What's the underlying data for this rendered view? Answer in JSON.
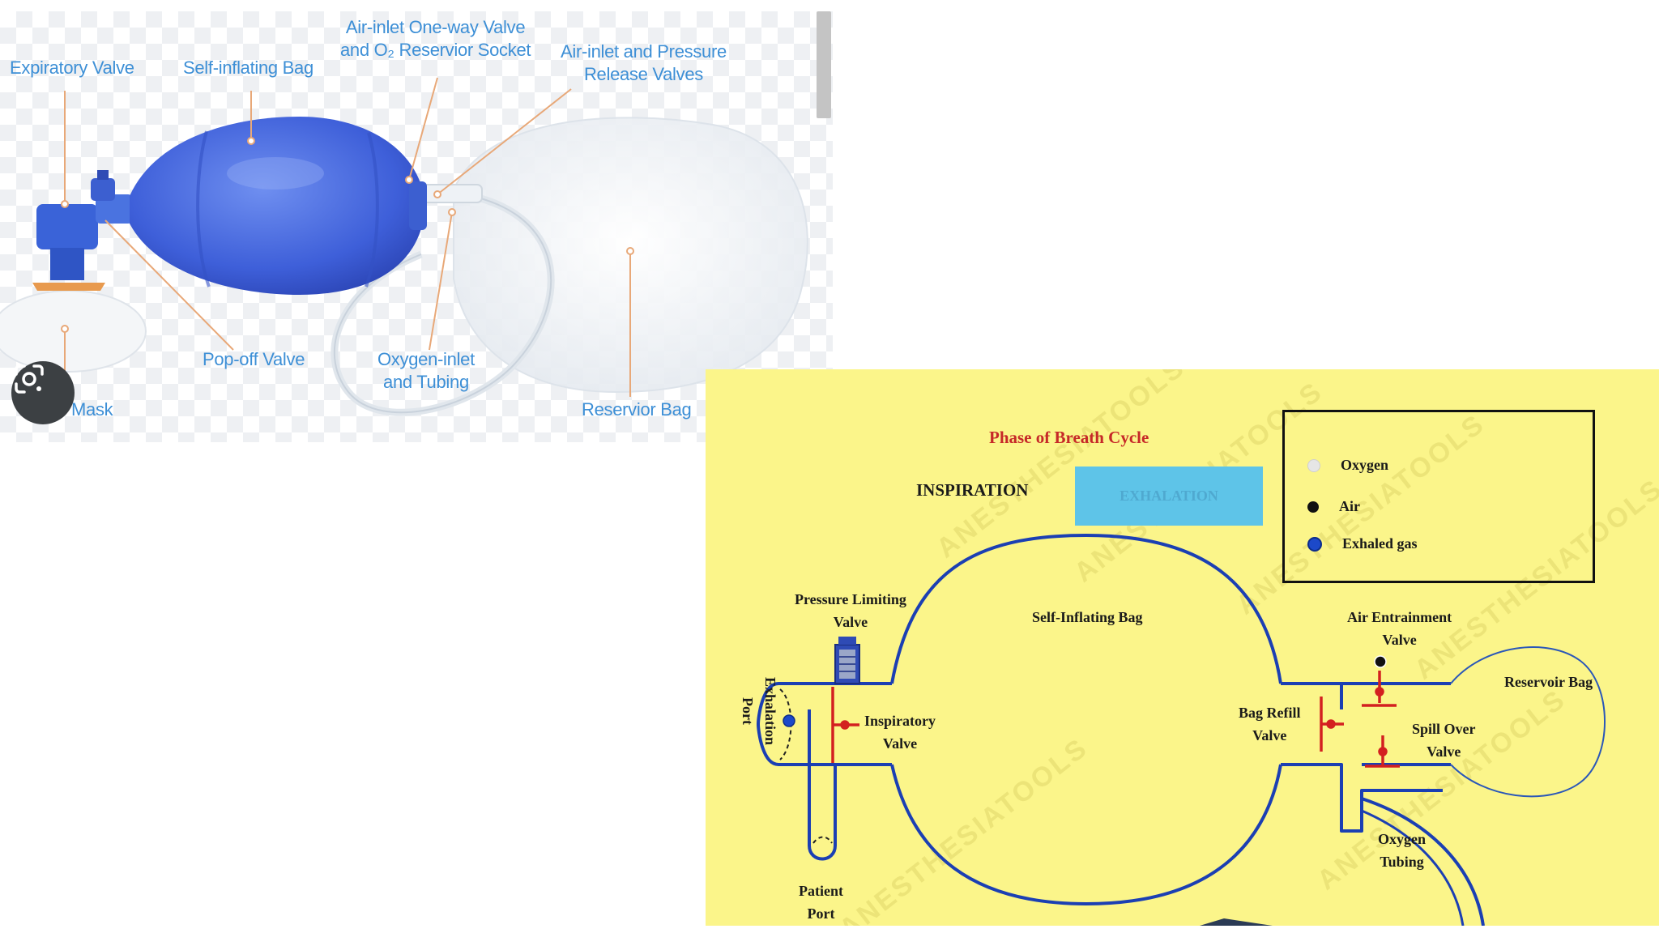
{
  "photo": {
    "labels": {
      "expiratory_valve": "Expiratory Valve",
      "self_inflating_bag": "Self-inflating Bag",
      "air_inlet_one_way_line1": "Air-inlet One-way Valve",
      "air_inlet_one_way_line2": "and O₂ Reservior Socket",
      "air_inlet_pressure_line1": "Air-inlet and Pressure",
      "air_inlet_pressure_line2": "Release Valves",
      "pop_off_valve": "Pop-off Valve",
      "oxygen_inlet_line1": "Oxygen-inlet",
      "oxygen_inlet_line2": "and Tubing",
      "reservior_bag": "Reservior Bag",
      "mask": "Mask"
    },
    "colors": {
      "label": "#3d8fd6",
      "bag": "#3f5fd8",
      "leader": "#e8a878"
    },
    "lens_icon": "google-lens-icon"
  },
  "diagram": {
    "phase_title": "Phase of Breath Cycle",
    "inspiration": "INSPIRATION",
    "exhalation": "EXHALATION",
    "legend": [
      {
        "label": "Oxygen",
        "color": "#e6e6e6"
      },
      {
        "label": "Air",
        "color": "#111111"
      },
      {
        "label": "Exhaled gas",
        "color": "#1c49c9"
      }
    ],
    "labels": {
      "pressure_limiting_line1": "Pressure Limiting",
      "pressure_limiting_line2": "Valve",
      "self_inflating_bag": "Self-Inflating Bag",
      "air_entrainment_line1": "Air Entrainment",
      "air_entrainment_line2": "Valve",
      "reservoir_bag": "Reservoir Bag",
      "exhalation_port_line1": "Exhalation",
      "exhalation_port_line2": "Port",
      "inspiratory_line1": "Inspiratory",
      "inspiratory_line2": "Valve",
      "bag_refill_line1": "Bag Refill",
      "bag_refill_line2": "Valve",
      "spill_over_line1": "Spill Over",
      "spill_over_line2": "Valve",
      "oxygen_tubing_line1": "Oxygen",
      "oxygen_tubing_line2": "Tubing",
      "patient_port_line1": "Patient",
      "patient_port_line2": "Port"
    },
    "watermark": "ANESTHESIATOOLS",
    "colors": {
      "background": "#fbf58a",
      "circuit": "#1b3fb3",
      "valve": "#d32020",
      "title": "#c62828",
      "button": "#5ec4e8"
    }
  }
}
